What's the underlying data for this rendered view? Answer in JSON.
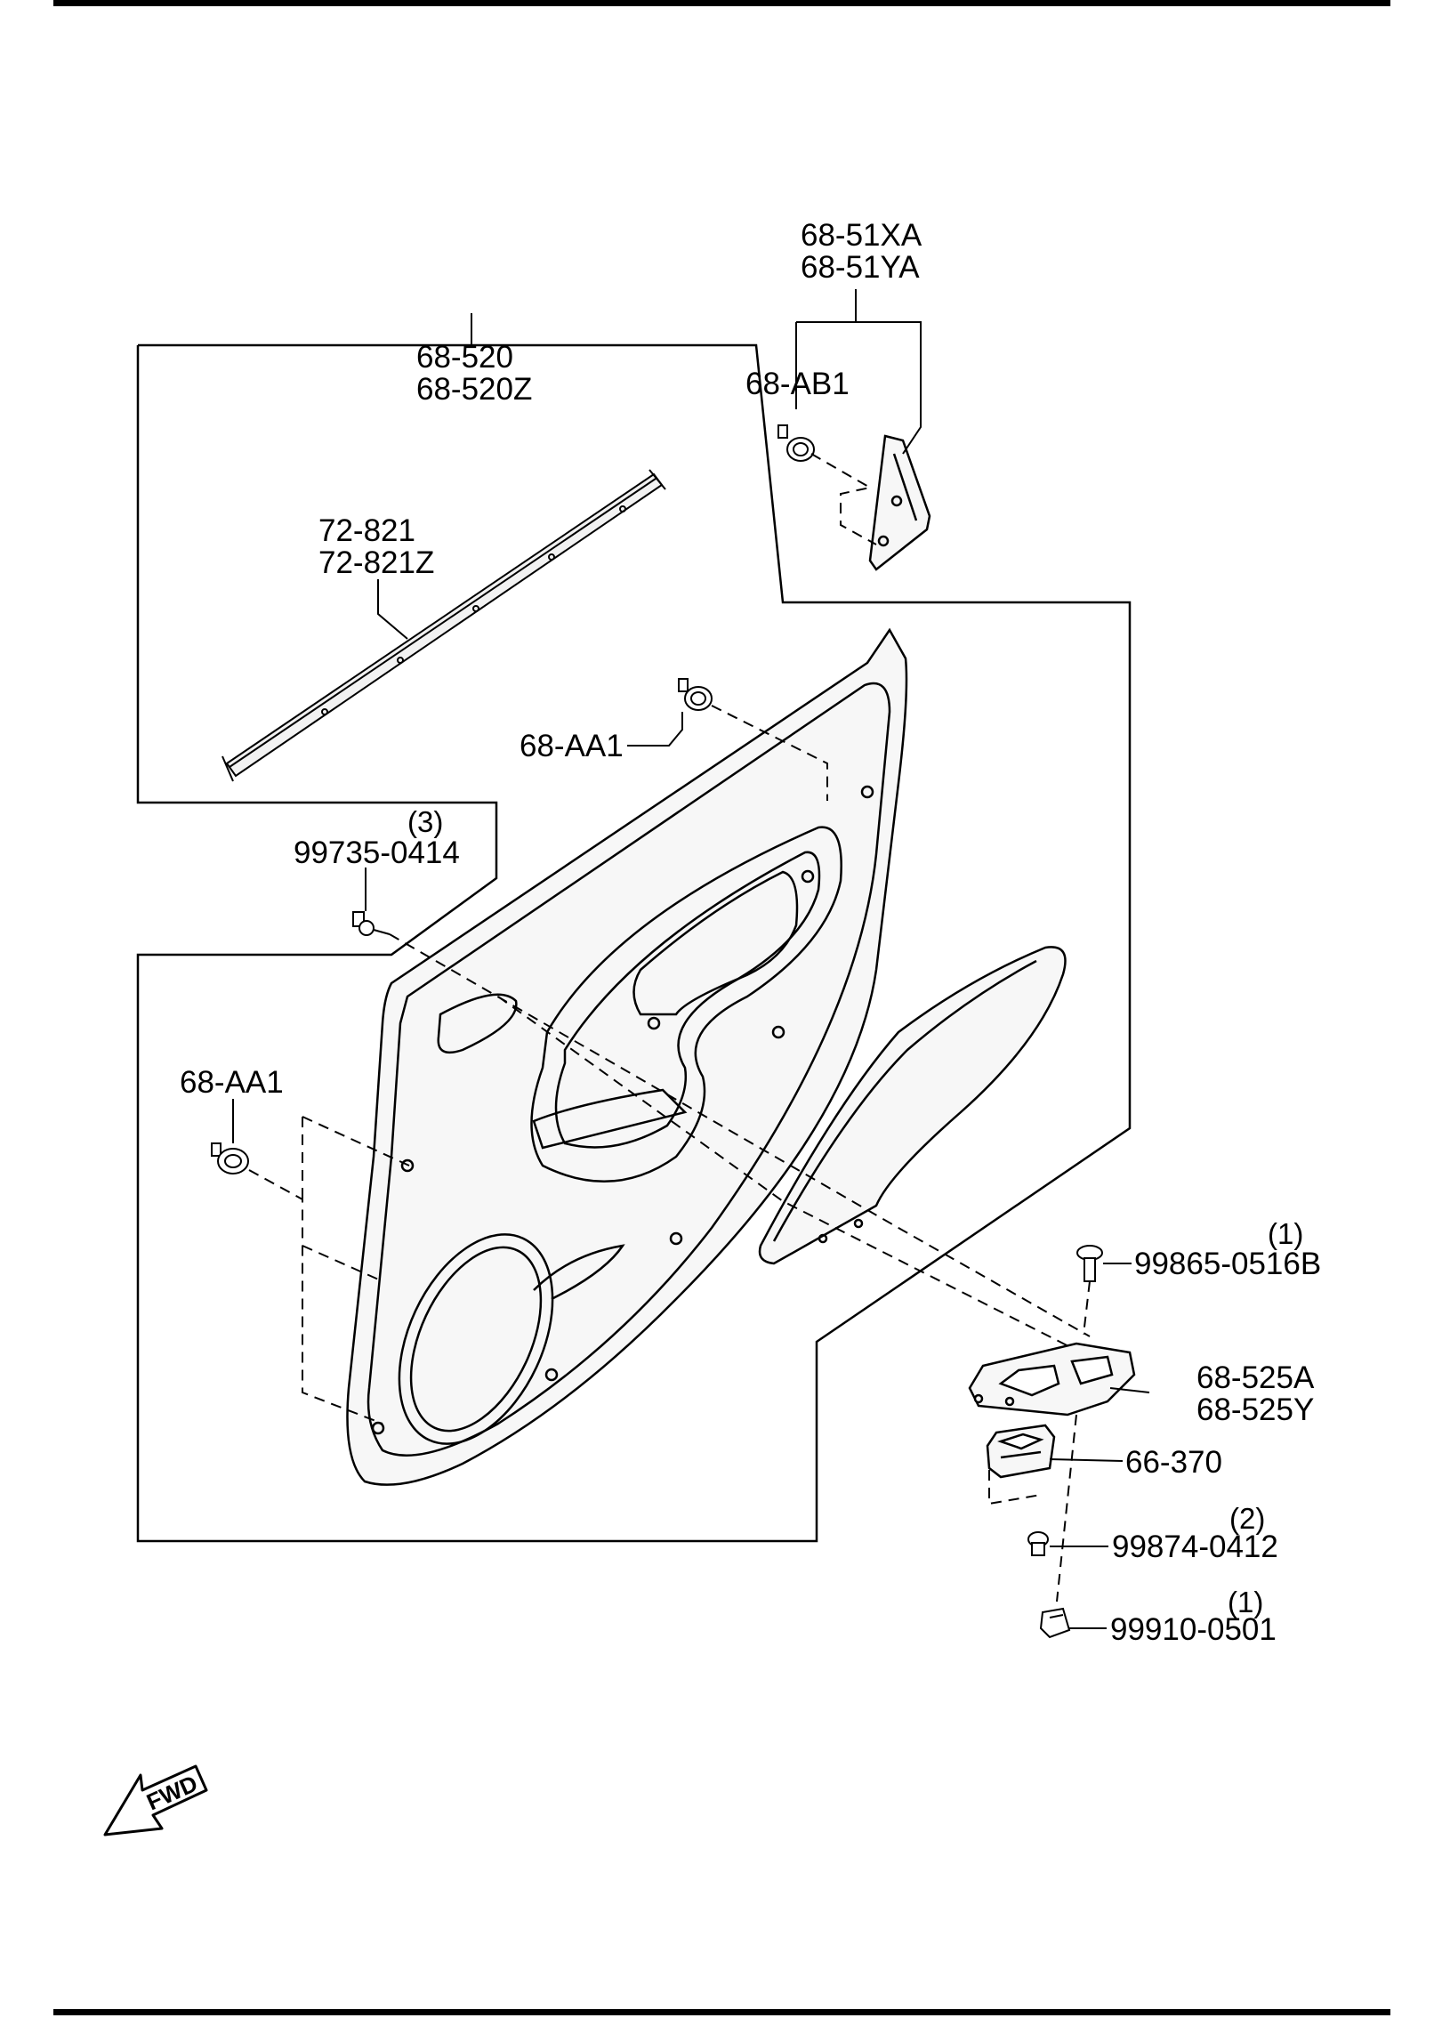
{
  "labels": {
    "trim_panel": [
      "68-520",
      "68-520Z"
    ],
    "armrest_cover": [
      "68-51XA",
      "68-51YA"
    ],
    "clip_ab1": "68-AB1",
    "weatherstrip": [
      "72-821",
      "72-821Z"
    ],
    "clip_aa1_upper": "68-AA1",
    "screw_97350414_qty": "(3)",
    "screw_97350414": "99735-0414",
    "clip_aa1_lower": "68-AA1",
    "screw_9986505168_qty": "(1)",
    "screw_9986505168": "99865-0516B",
    "switch_panel": [
      "68-525A",
      "68-525Y"
    ],
    "power_window_switch": "66-370",
    "screw_998740412_qty": "(2)",
    "screw_998740412": "99874-0412",
    "nut_999100501_qty": "(1)",
    "nut_999100501": "99910-0501"
  },
  "fwd_arrow": {
    "label": "FWD"
  },
  "icons": [
    "fwd-arrow-icon",
    "clip-icon",
    "screw-icon",
    "nut-icon"
  ]
}
